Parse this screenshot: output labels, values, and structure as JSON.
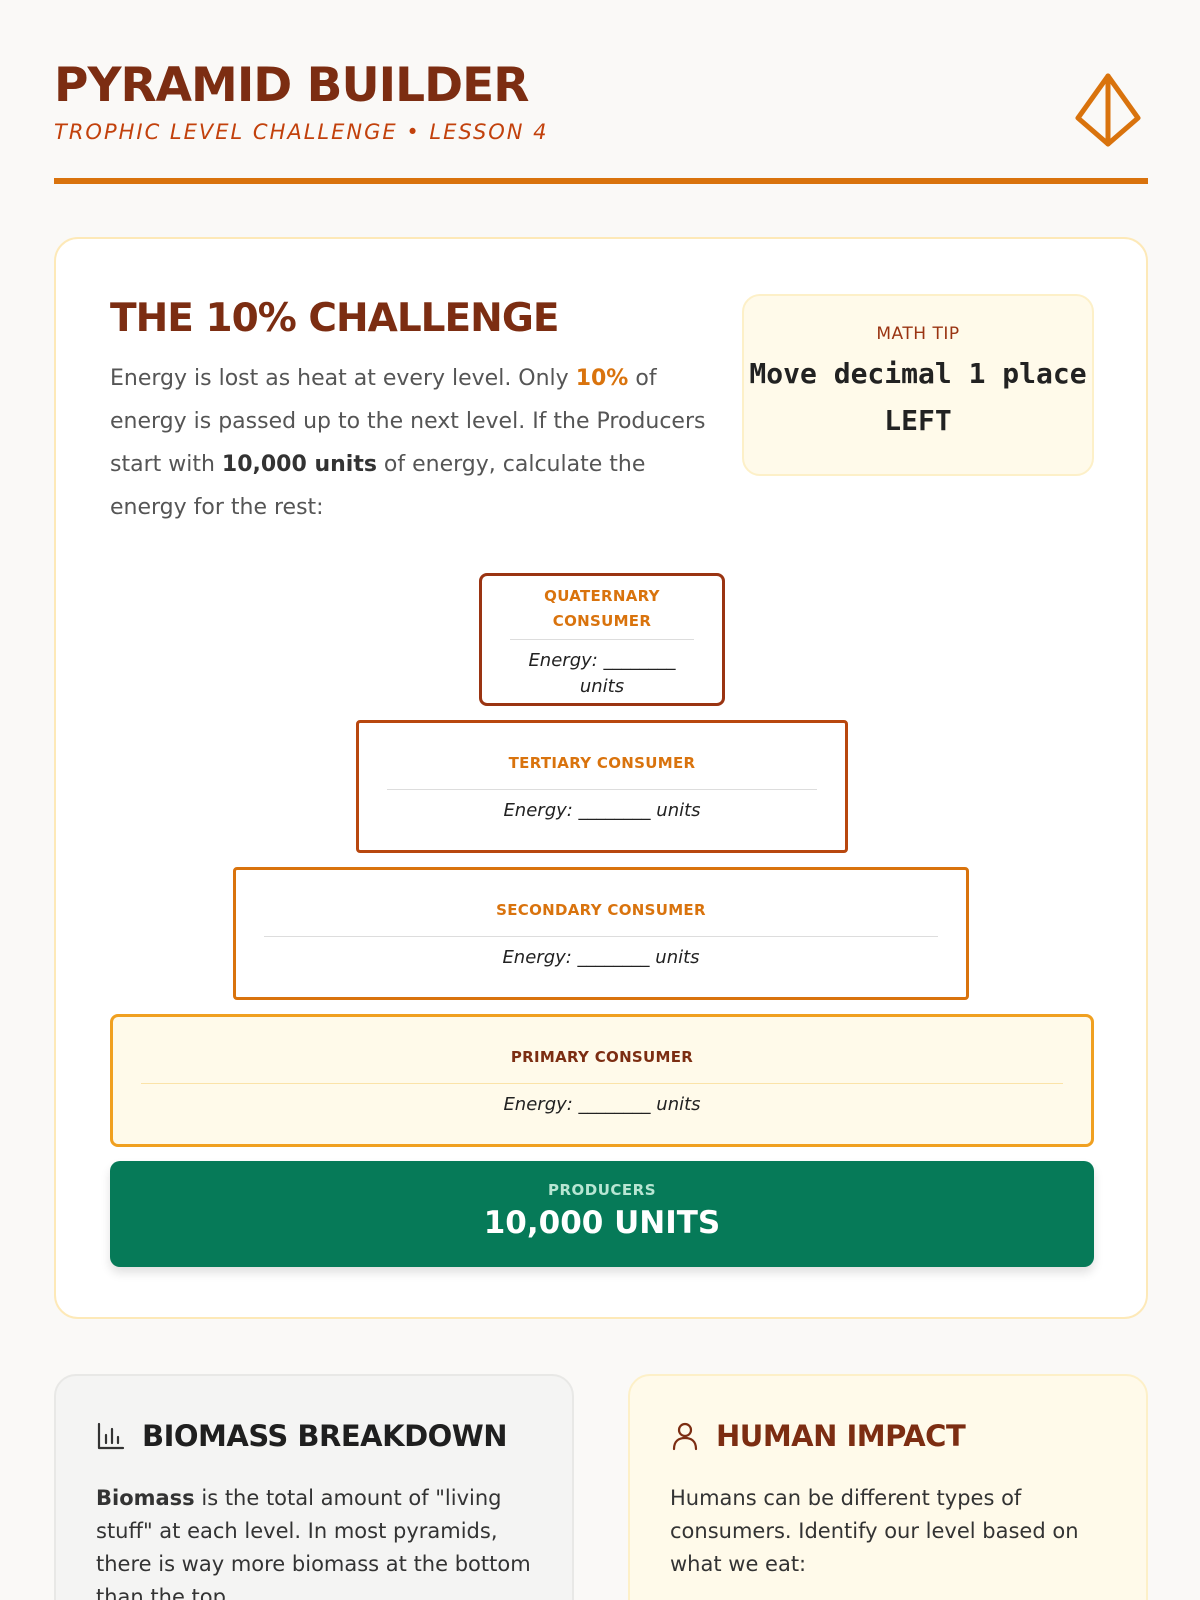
{
  "header": {
    "title": "PYRAMID BUILDER",
    "subtitle": "TROPHIC LEVEL CHALLENGE • LESSON 4",
    "logo_icon": "pyramid-icon"
  },
  "challenge": {
    "title": "THE 10% CHALLENGE",
    "text_1": "Energy is lost as heat at every level. Only ",
    "highlight": "10%",
    "text_2": " of energy is passed up to the next level. If the Producers start with ",
    "bold": "10,000 units",
    "text_3": " of energy, calculate the energy for the rest:",
    "tip_label": "MATH TIP",
    "tip_text": "Move decimal 1 place LEFT"
  },
  "pyramid": {
    "quaternary": {
      "label": "QUATERNARY CONSUMER",
      "energy": "Energy: ________ units"
    },
    "tertiary": {
      "label": "TERTIARY CONSUMER",
      "energy": "Energy: ________ units"
    },
    "secondary": {
      "label": "SECONDARY CONSUMER",
      "energy": "Energy: ________ units"
    },
    "primary": {
      "label": "PRIMARY CONSUMER",
      "energy": "Energy: ________ units"
    },
    "producers": {
      "label": "PRODUCERS",
      "value": "10,000 UNITS"
    }
  },
  "biomass": {
    "icon": "bar-chart-icon",
    "title": "BIOMASS BREAKDOWN",
    "bold": "Biomass",
    "text": " is the total amount of \"living stuff\" at each level. In most pyramids, there is way more biomass at the bottom than the top."
  },
  "human": {
    "icon": "person-icon",
    "title": "HUMAN IMPACT",
    "text": "Humans can be different types of consumers. Identify our level based on what we eat:"
  },
  "colors": {
    "accent": "#d9730d",
    "brown": "#7c2d12",
    "green": "#067a58"
  }
}
